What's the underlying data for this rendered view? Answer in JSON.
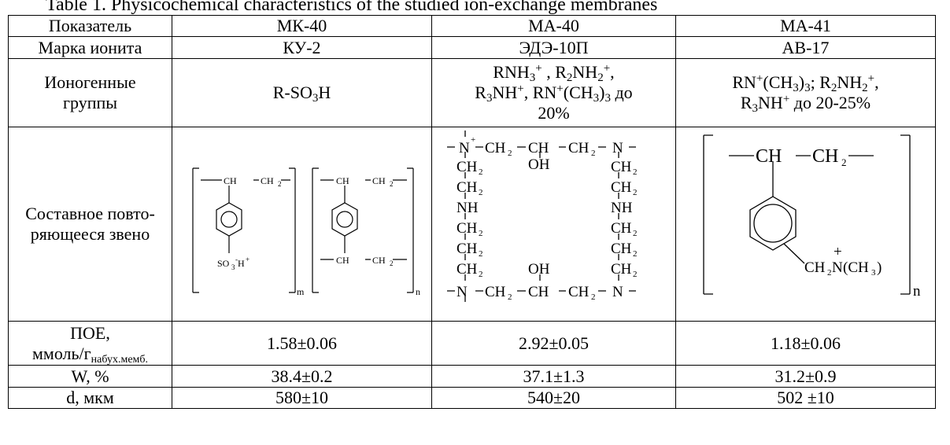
{
  "caption": "Table 1. Physicochemical characteristics of the studied ion-exchange membranes",
  "columns": [
    "Показатель",
    "МК-40",
    "МА-40",
    "МА-41"
  ],
  "rows": {
    "brand": {
      "label": "Марка ионита",
      "values": [
        "КУ-2",
        "ЭДЭ-10П",
        "АВ-17"
      ]
    },
    "groups": {
      "label_l1": "Ионогенные",
      "label_l2": "группы",
      "mk40": [
        [
          "t",
          "R-SO"
        ],
        [
          "sub",
          "3"
        ],
        [
          "t",
          "H"
        ]
      ],
      "ma40_l1": [
        [
          "t",
          "RNH"
        ],
        [
          "sub",
          "3"
        ],
        [
          "sup",
          "+"
        ],
        [
          "t",
          " , R"
        ],
        [
          "sub",
          "2"
        ],
        [
          "t",
          "NH"
        ],
        [
          "sub",
          "2"
        ],
        [
          "sup",
          "+"
        ],
        [
          "t",
          ","
        ]
      ],
      "ma40_l2": [
        [
          "t",
          "R"
        ],
        [
          "sub",
          "3"
        ],
        [
          "t",
          "NH"
        ],
        [
          "sup",
          "+"
        ],
        [
          "t",
          ",  RN"
        ],
        [
          "sup",
          "+"
        ],
        [
          "t",
          "(CH"
        ],
        [
          "sub",
          "3"
        ],
        [
          "t",
          ")"
        ],
        [
          "sub",
          "3"
        ],
        [
          "t",
          " до"
        ]
      ],
      "ma40_l3": [
        [
          "t",
          "20%"
        ]
      ],
      "ma41_l1": [
        [
          "t",
          "RN"
        ],
        [
          "sup",
          "+"
        ],
        [
          "t",
          "(CH"
        ],
        [
          "sub",
          "3"
        ],
        [
          "t",
          ")"
        ],
        [
          "sub",
          "3"
        ],
        [
          "t",
          "; R"
        ],
        [
          "sub",
          "2"
        ],
        [
          "t",
          "NH"
        ],
        [
          "sub",
          "2"
        ],
        [
          "sup",
          "+"
        ],
        [
          "t",
          ","
        ]
      ],
      "ma41_l2": [
        [
          "t",
          "R"
        ],
        [
          "sub",
          "3"
        ],
        [
          "t",
          "NH"
        ],
        [
          "sup",
          "+"
        ],
        [
          "t",
          " до 20-25%"
        ]
      ]
    },
    "unit": {
      "label_l1": "Составное повто-",
      "label_l2": "ряющееся звено",
      "mk40": {
        "ch": "CH",
        "ch2": "CH",
        "two": "2",
        "so3": "SO",
        "three": "3",
        "minus": "-",
        "h": "H",
        "plus": "+",
        "m": "m",
        "n": "n"
      },
      "ma40": {
        "n": "N",
        "plus": "+",
        "ch": "CH",
        "ch2": "CH",
        "two": "2",
        "oh": "OH",
        "nh": "NH"
      },
      "ma41": {
        "ch": "CH",
        "ch2": "CH",
        "two": "2",
        "n_atom": "N",
        "plus": "+",
        "me": "(CH",
        "three": "3",
        "close": ")",
        "n": "n"
      }
    },
    "poe": {
      "label_l1": "ПОЕ,",
      "label_l2_main": "ммоль/г",
      "label_l2_sub": "набух.мемб.",
      "values": [
        "1.58±0.06",
        "2.92±0.05",
        "1.18±0.06"
      ]
    },
    "w": {
      "label": "W, %",
      "values": [
        "38.4±0.2",
        "37.1±1.3",
        "31.2±0.9"
      ]
    },
    "d": {
      "label": "d, мкм",
      "values": [
        "580±10",
        "540±20",
        "502 ±10"
      ]
    }
  }
}
